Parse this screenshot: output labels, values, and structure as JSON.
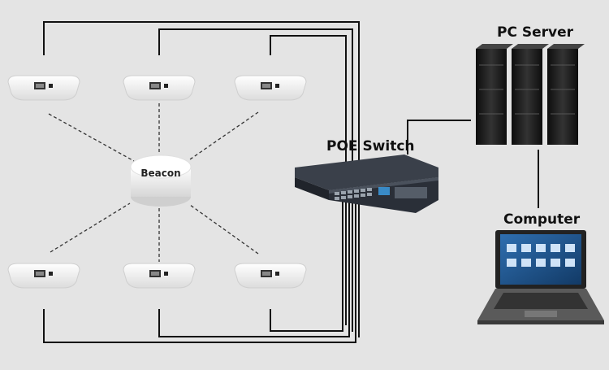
{
  "labels": {
    "pc_server": "PC Server",
    "poe_switch": "POE Switch",
    "computer": "Computer",
    "beacon": "Beacon"
  },
  "colors": {
    "background": "#e4e4e4",
    "cable": "#111111",
    "dashed_link": "#333333",
    "device_white": "#ffffff",
    "server_body": "#1e1e1e",
    "switch_body": "#2a2f38"
  },
  "access_points": [
    "ap-top-left",
    "ap-top-center",
    "ap-top-right",
    "ap-bottom-left",
    "ap-bottom-center",
    "ap-bottom-right"
  ]
}
